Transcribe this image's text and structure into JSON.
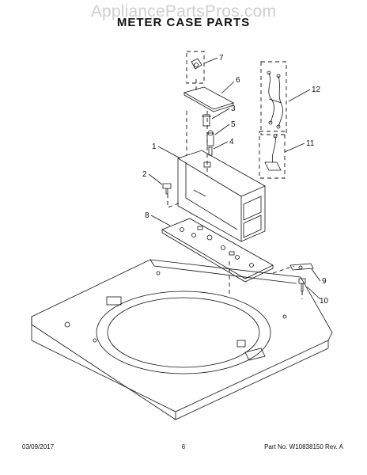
{
  "watermark": "AppliancePartsPros.com",
  "title": "METER CASE PARTS",
  "callouts": [
    "1",
    "2",
    "3",
    "4",
    "5",
    "6",
    "7",
    "8",
    "9",
    "10",
    "11",
    "12"
  ],
  "footer": {
    "date": "03/09/2017",
    "page": "6",
    "part_no": "Part No. W10838150  Rev. A"
  }
}
